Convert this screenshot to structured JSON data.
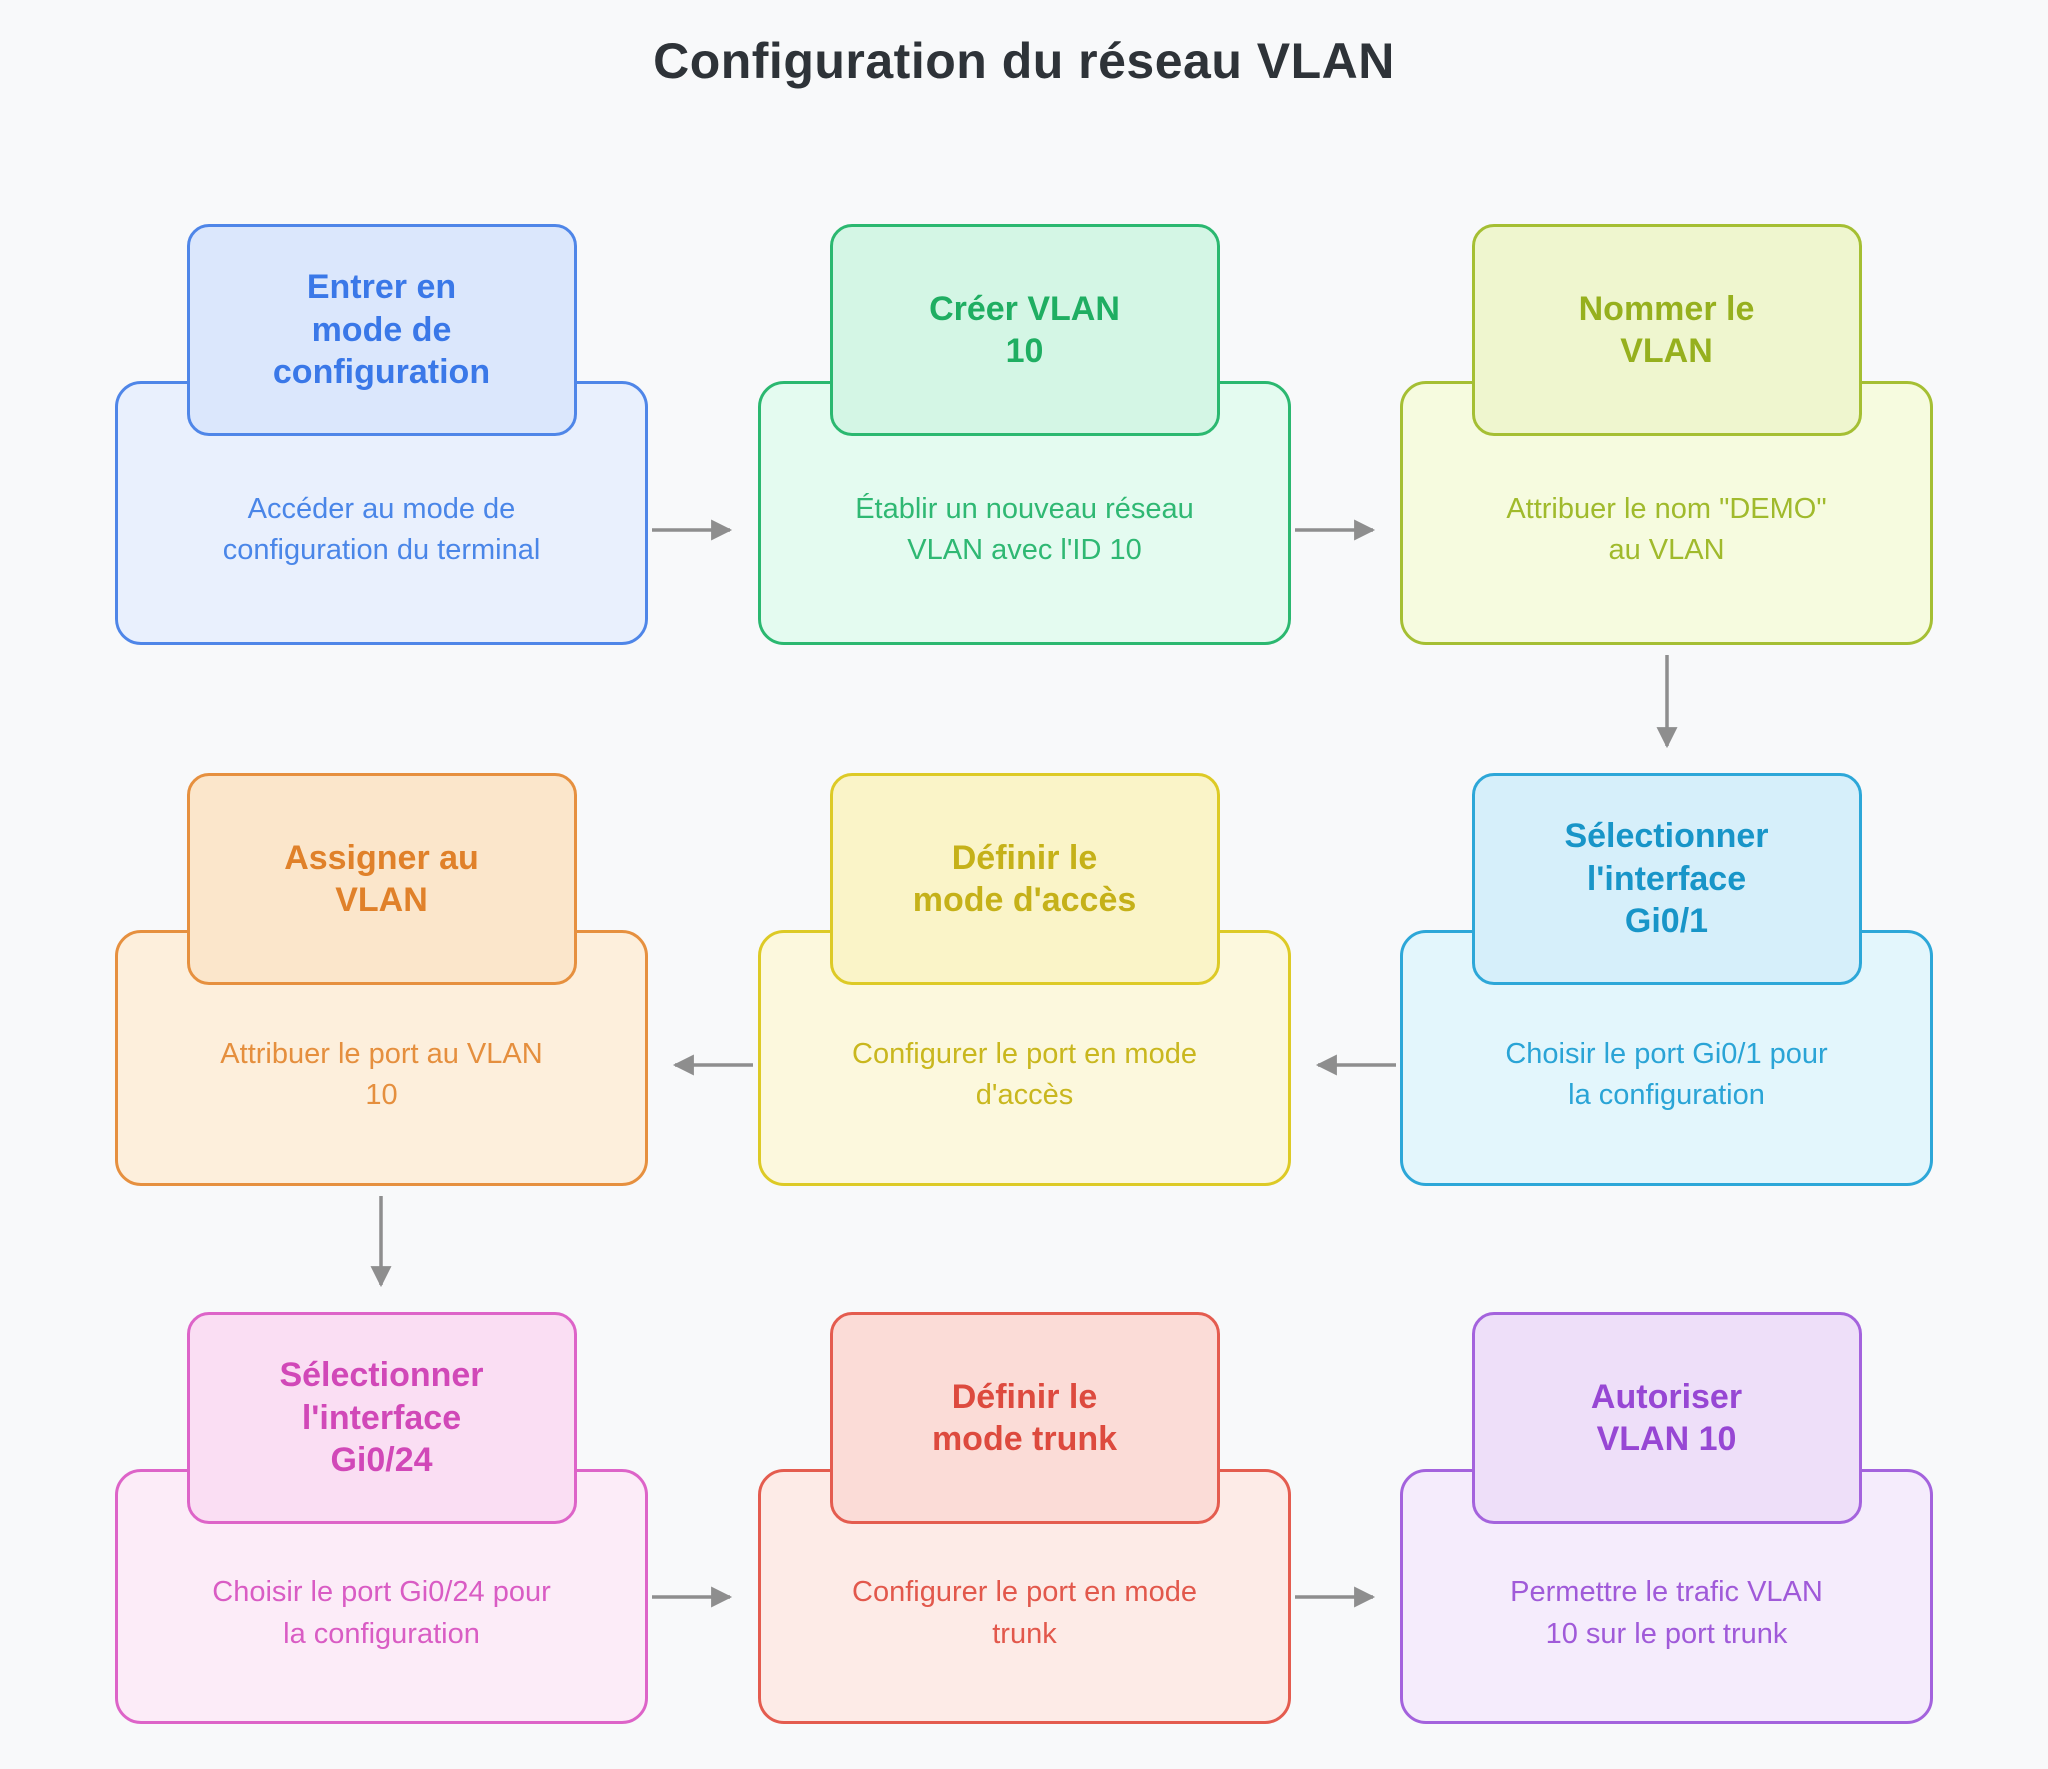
{
  "page": {
    "title": "Configuration du réseau VLAN",
    "background": "#f8f9fa",
    "arrow_color": "#8e8e8e"
  },
  "steps": [
    {
      "id": "step-1",
      "title": "Entrer en\nmode de\nconfiguration",
      "description": "Accéder au mode de\nconfiguration du terminal",
      "colors": {
        "border": "#4f86e8",
        "header_bg": "#dbe7fc",
        "body_bg": "#e9f0fd",
        "title": "#3a78e8",
        "text": "#4a86e8"
      }
    },
    {
      "id": "step-2",
      "title": "Créer VLAN\n10",
      "description": "Établir un nouveau réseau\nVLAN avec l'ID 10",
      "colors": {
        "border": "#2bb870",
        "header_bg": "#d4f6e5",
        "body_bg": "#e4fbf0",
        "title": "#1fae62",
        "text": "#2fb873"
      }
    },
    {
      "id": "step-3",
      "title": "Nommer le\nVLAN",
      "description": "Attribuer le nom \"DEMO\"\nau VLAN",
      "colors": {
        "border": "#a5bf33",
        "header_bg": "#eff6cf",
        "body_bg": "#f6fbdf",
        "title": "#96b01e",
        "text": "#a0ba2c"
      }
    },
    {
      "id": "step-4",
      "title": "Sélectionner\nl'interface\nGi0/1",
      "description": "Choisir le port Gi0/1 pour\nla configuration",
      "colors": {
        "border": "#2da7d8",
        "header_bg": "#d6effa",
        "body_bg": "#e3f6fc",
        "title": "#1895c8",
        "text": "#2aa4d6"
      }
    },
    {
      "id": "step-5",
      "title": "Définir le\nmode d'accès",
      "description": "Configurer le port en mode\nd'accès",
      "colors": {
        "border": "#ddca26",
        "header_bg": "#faf4c8",
        "body_bg": "#fcf8dd",
        "title": "#c5b119",
        "text": "#c9b71e"
      }
    },
    {
      "id": "step-6",
      "title": "Assigner au\nVLAN",
      "description": "Attribuer le port au VLAN\n10",
      "colors": {
        "border": "#e6903f",
        "header_bg": "#fbe6cb",
        "body_bg": "#fdefdc",
        "title": "#e0812a",
        "text": "#e58f3e"
      }
    },
    {
      "id": "step-7",
      "title": "Sélectionner\nl'interface\nGi0/24",
      "description": "Choisir le port Gi0/24 pour\nla configuration",
      "colors": {
        "border": "#dd64c8",
        "header_bg": "#fadef3",
        "body_bg": "#fcecf8",
        "title": "#d148b8",
        "text": "#d95cc4"
      }
    },
    {
      "id": "step-8",
      "title": "Définir le\nmode trunk",
      "description": "Configurer le port en mode\ntrunk",
      "colors": {
        "border": "#e45c4f",
        "header_bg": "#fbdcd7",
        "body_bg": "#fdebe7",
        "title": "#dd4a3e",
        "text": "#e2584c"
      }
    },
    {
      "id": "step-9",
      "title": "Autoriser\nVLAN 10",
      "description": "Permettre le trafic VLAN\n10 sur le port trunk",
      "colors": {
        "border": "#a463dd",
        "header_bg": "#eedff9",
        "body_bg": "#f5ecfc",
        "title": "#9747d4",
        "text": "#a05ad9"
      }
    }
  ],
  "flow": [
    {
      "from": "step-1",
      "to": "step-2",
      "direction": "right"
    },
    {
      "from": "step-2",
      "to": "step-3",
      "direction": "right"
    },
    {
      "from": "step-3",
      "to": "step-4",
      "direction": "down"
    },
    {
      "from": "step-4",
      "to": "step-5",
      "direction": "left"
    },
    {
      "from": "step-5",
      "to": "step-6",
      "direction": "left"
    },
    {
      "from": "step-6",
      "to": "step-7",
      "direction": "down"
    },
    {
      "from": "step-7",
      "to": "step-8",
      "direction": "right"
    },
    {
      "from": "step-8",
      "to": "step-9",
      "direction": "right"
    }
  ]
}
